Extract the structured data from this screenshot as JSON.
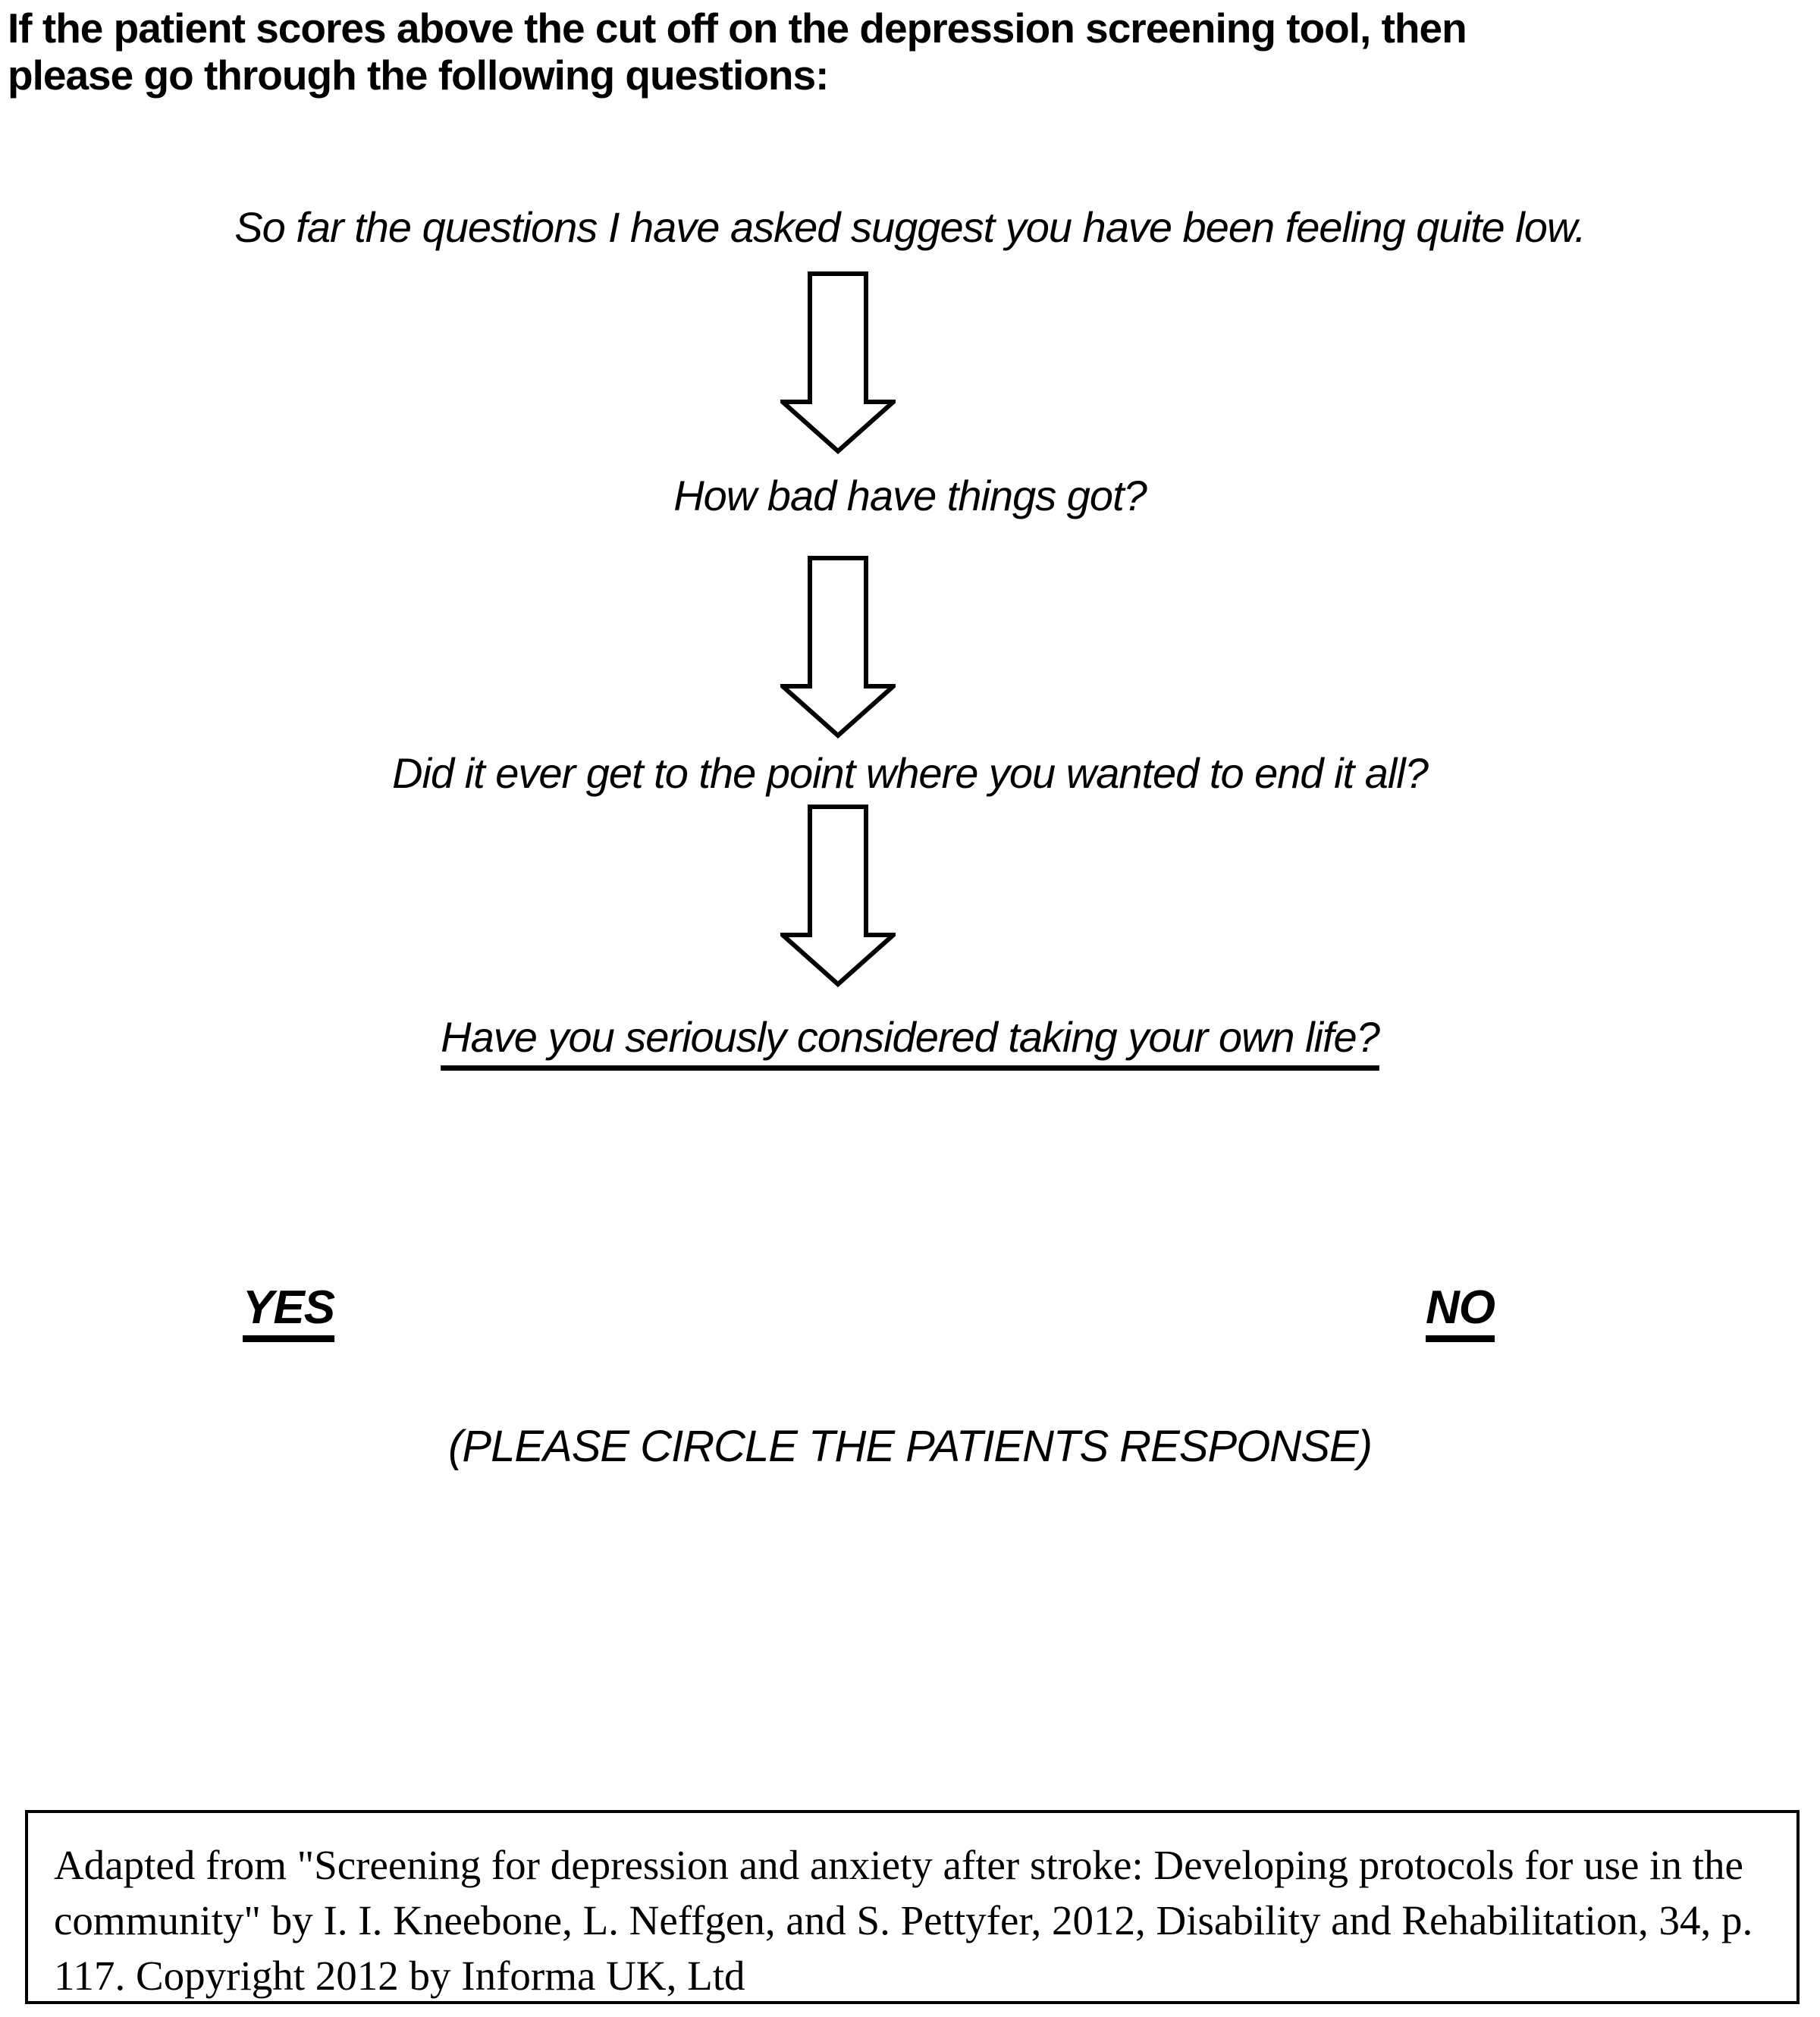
{
  "page": {
    "kind": "flowchart-figure",
    "colors": {
      "background": "#ffffff",
      "text": "#000000",
      "arrow_outline": "#000000",
      "arrow_fill": "#ffffff"
    }
  },
  "header": {
    "line1": "If the patient scores above the cut off on the depression screening tool, then",
    "line2": "please go through the following questions:"
  },
  "flow": {
    "intro": "So far the questions I have asked suggest you have been feeling quite low.",
    "steps": [
      {
        "label": "How bad have things got?"
      },
      {
        "label": "Did it ever get to the point where you wanted to end it all?"
      },
      {
        "label": "Have you seriously considered taking your own life?"
      }
    ],
    "arrow_icon": "down-arrow"
  },
  "responses": {
    "yes_label": "YES",
    "no_label": "NO",
    "instruction": "(PLEASE CIRCLE THE PATIENTS RESPONSE)"
  },
  "citation": {
    "text": "Adapted from \"Screening for depression and anxiety after stroke: Developing protocols for use in the community\" by I. I. Kneebone, L.  Neffgen, and S. Pettyfer, 2012, Disability and Rehabilitation, 34, p. 117. Copyright 2012 by Informa UK, Ltd"
  }
}
